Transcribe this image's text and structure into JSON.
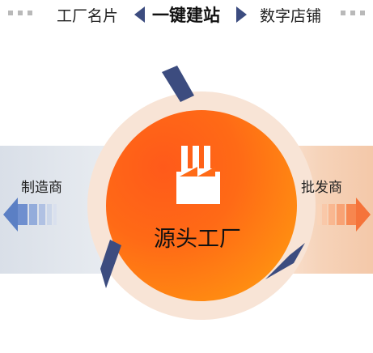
{
  "header": {
    "left_label": "工厂名片",
    "center_label": "一键建站",
    "right_label": "数字店铺"
  },
  "diagram": {
    "center_label": "源头工厂",
    "left_label": "制造商",
    "right_label": "批发商",
    "center_icon": "factory-icon",
    "colors": {
      "accent_navy": "#3c4c7f",
      "circle_orange": "#ff6a16",
      "ring_peach": "#f8e4d6",
      "left_arrow_blue": "#5b7fc4",
      "right_arrow_orange": "#f5733a"
    }
  }
}
